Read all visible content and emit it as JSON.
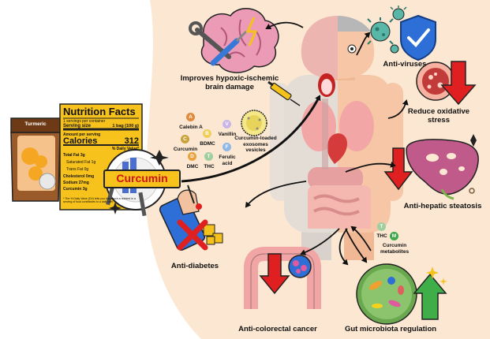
{
  "labels": {
    "brain": "Improves hypoxic-ischemic brain damage",
    "virus": "Anti-viruses",
    "oxidative": "Reduce oxidative stress",
    "hepatic": "Anti-hepatic steatosis",
    "diabetes": "Anti-diabetes",
    "colorectal": "Anti-colorectal cancer",
    "microbiota": "Gut microbiota regulation"
  },
  "product": {
    "bag_label": "Turmeric",
    "nutrition_title": "Nutrition Facts",
    "servings": "1 servings per container",
    "serving_size_label": "Serving size",
    "serving_size_value": "1 bag (100 g)",
    "amount_label": "Amount per serving",
    "calories_label": "Calories",
    "calories_value": "312",
    "daily_value_header": "% Daily Value*",
    "rows": [
      "Total Fat 3g",
      "Saturated Fat 1g",
      "Trans Fat 0g",
      "Cholesterol 0mg",
      "Sodium 27mg",
      "Curcumin 3g"
    ],
    "footnote": "* The % Daily Value (DV) tells you how much a nutrient in a serving of food contributes to a daily diet.",
    "curcumin_sign": "Curcumin"
  },
  "compounds": [
    {
      "letter": "A",
      "name": "Calebin A",
      "color": "#e08a3c"
    },
    {
      "letter": "V",
      "name": "Vanillin",
      "color": "#c8b6e8"
    },
    {
      "letter": "C",
      "name": "Curcumin",
      "color": "#c9a23c"
    },
    {
      "letter": "B",
      "name": "BDMC",
      "color": "#efcf5a"
    },
    {
      "letter": "F",
      "name": "Ferulic acid",
      "color": "#8fb8e8"
    },
    {
      "letter": "D",
      "name": "DMC",
      "color": "#e8a13c"
    },
    {
      "letter": "T",
      "name": "THC",
      "color": "#9fcf9f"
    }
  ],
  "vesicle_label": "Curcumin-loaded exosomes vesicles",
  "gut_compounds": [
    {
      "letter": "T",
      "name": "THC",
      "color": "#9fcf9f"
    },
    {
      "letter": "M",
      "name": "Curcumin metabolites",
      "color": "#3fa84a"
    }
  ],
  "colors": {
    "background_blob": "#fbe7d2",
    "arrow_red": "#e02020",
    "arrow_green": "#3fae49",
    "label_yellow": "#f6c21b",
    "body_skin": "#f6c6a6"
  }
}
